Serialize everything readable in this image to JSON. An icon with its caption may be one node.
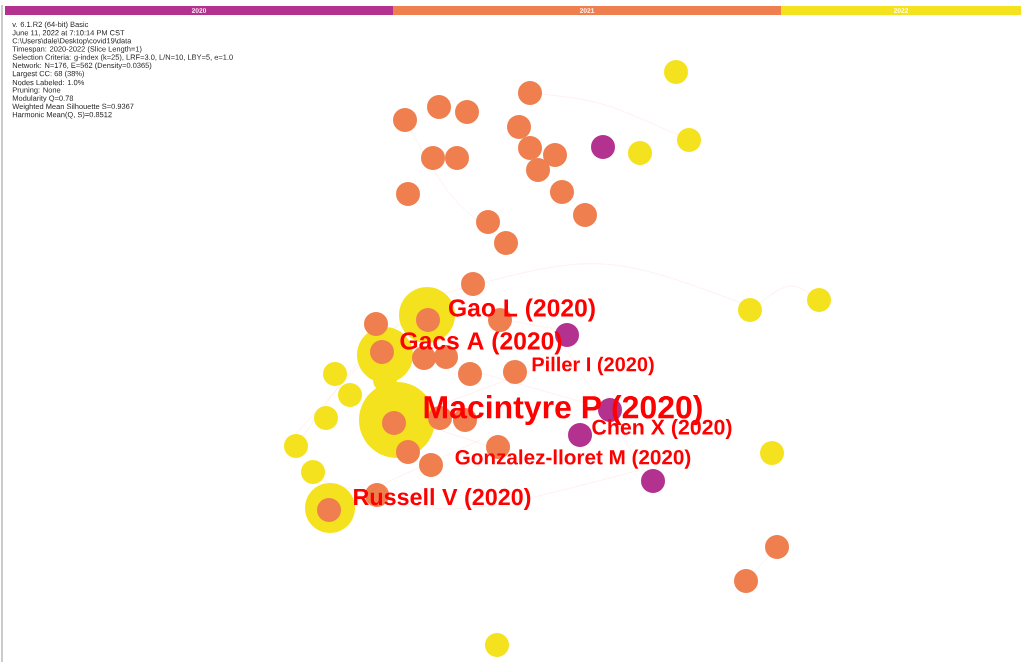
{
  "diagram": {
    "labels": [
      "v. 6.1.R2 (64-bit) Basic",
      "June 11, 2022 at 7:10:14 PM CST",
      "C:\\Users\\dale\\Desktop\\covid19\\data",
      "Timespan: 2020-2022 (Slice Length=1)",
      "Selection Criteria: g-index (k=25), LRF=3.0, L/N=10, LBY=5, e=1.0",
      "Network: N=176, E=562 (Density=0.0365)",
      "Largest CC: 68 (38%)",
      "Nodes Labeled: 1.0%",
      "Pruning: None",
      "Modularity Q=0.78",
      "Weighted Mean Silhouette S=0.9367",
      "Harmonic Mean(Q, S)=0.8512",
      "Gao L (2020)",
      "Gacs A (2020)",
      "Piller I (2020)",
      "Macintyre P (2020)",
      "Chen X (2020)",
      "Gonzalez-lloret M (2020)",
      "Russell V (2020)"
    ],
    "legend": [
      {
        "text": "2020",
        "color": "#b3318f"
      },
      {
        "text": "2021",
        "color": "#ef7f4e"
      },
      {
        "text": "2022",
        "color": "#f5e21f"
      }
    ]
  }
}
